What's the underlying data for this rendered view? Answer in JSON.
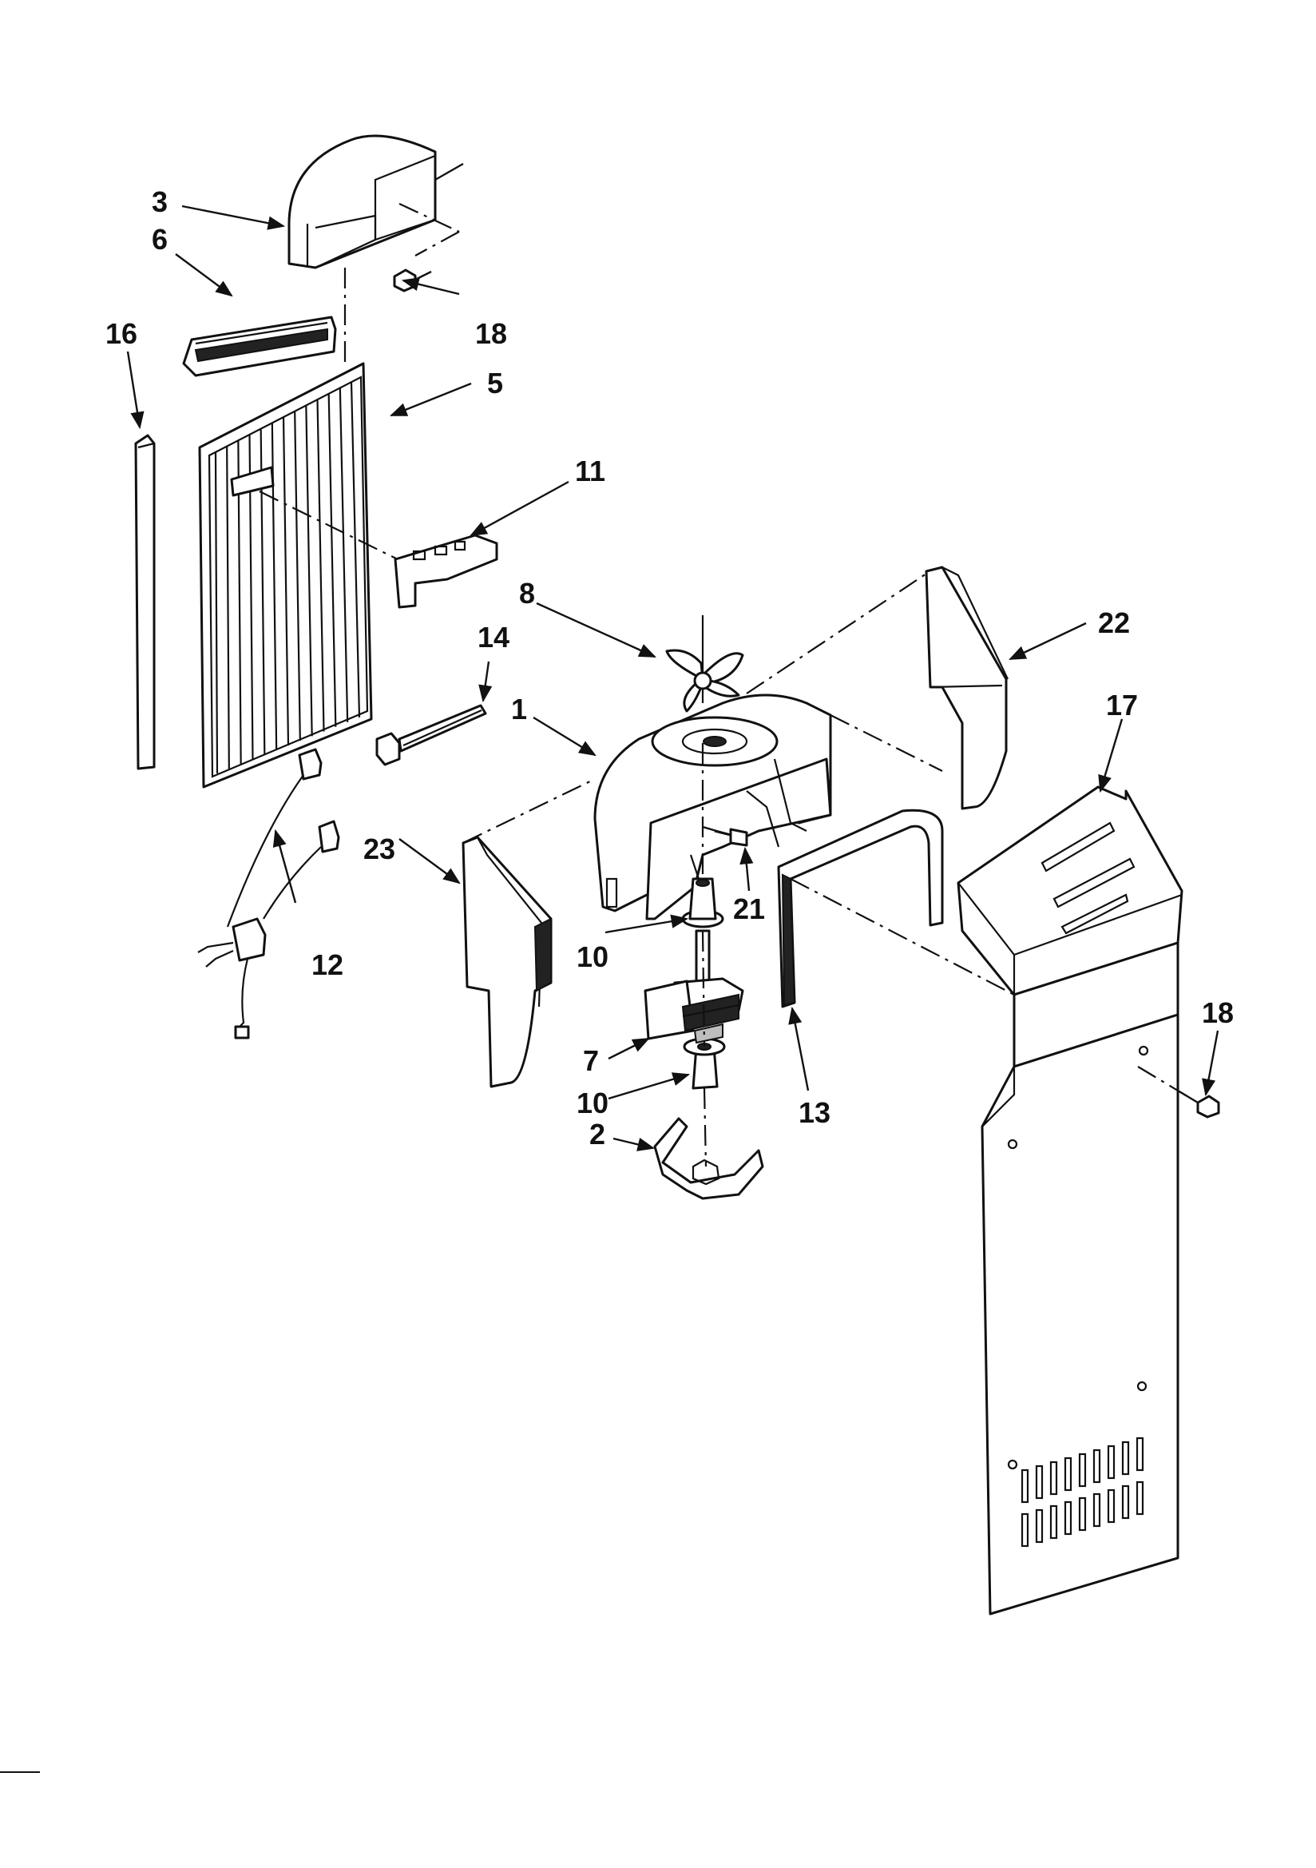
{
  "labels": {
    "p1": "1",
    "p2": "2",
    "p3": "3",
    "p5": "5",
    "p6": "6",
    "p7": "7",
    "p8": "8",
    "p10a": "10",
    "p10b": "10",
    "p11": "11",
    "p12": "12",
    "p13": "13",
    "p14": "14",
    "p16": "16",
    "p17": "17",
    "p18a": "18",
    "p18b": "18",
    "p21": "21",
    "p22": "22",
    "p23": "23"
  }
}
